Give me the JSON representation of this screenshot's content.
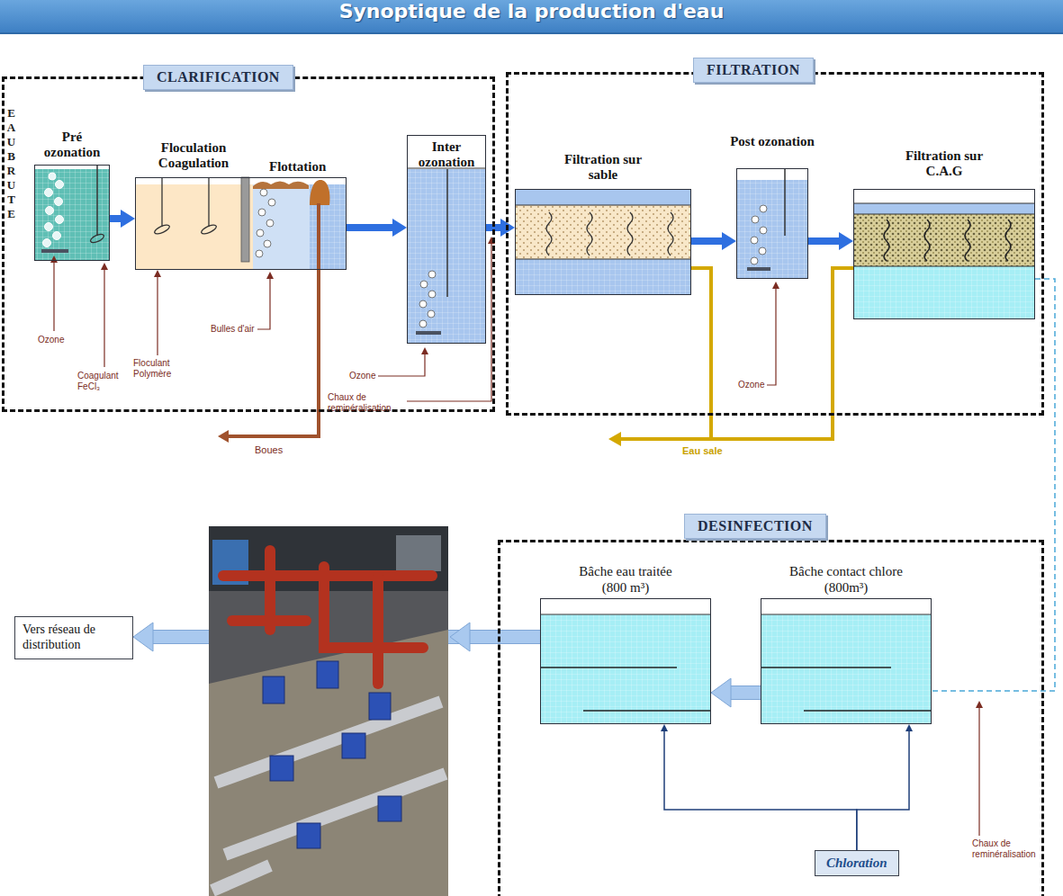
{
  "diagram": {
    "title": "Synoptique de la production d'eau",
    "nodes": [
      {
        "text": [
          "CLARIFICATION"
        ]
      },
      {
        "text": [
          "Pré ozonation"
        ],
        "in": 0
      },
      {
        "text": [
          "Floculation Coagulation",
          "Flottation"
        ],
        "in": 0
      },
      {
        "text": [
          "Inter ozonation"
        ],
        "in": 0
      },
      {
        "text": [
          "FILTRATION"
        ]
      },
      {
        "text": [
          "Filtration sur sable"
        ],
        "in": 4
      },
      {
        "text": [
          "Post ozonation"
        ],
        "in": 4
      },
      {
        "text": [
          "Filtration sur C.A.G"
        ],
        "in": 4
      },
      {
        "text": [
          "DESINFECTION"
        ]
      },
      {
        "text": [
          "Bâche eau traitée (800 m³)"
        ],
        "in": 8
      },
      {
        "text": [
          "Bâche contact chlore (800m³)"
        ],
        "in": 8
      },
      {
        "text": [
          "Chloration"
        ],
        "in": 8
      },
      {
        "text": [
          "Vers réseau de distribution"
        ]
      }
    ],
    "edges": [
      {
        "from": 1,
        "to": 2,
        "arrow": "to"
      },
      {
        "from": 2,
        "to": 3,
        "arrow": "to"
      },
      {
        "from": 3,
        "to": 5,
        "arrow": "to"
      },
      {
        "from": 5,
        "to": 6,
        "arrow": "to"
      },
      {
        "from": 6,
        "to": 7,
        "arrow": "to"
      },
      {
        "from": 7,
        "to": 10,
        "arrow": "none"
      },
      {
        "from": 10,
        "to": 9,
        "arrow": "to"
      },
      {
        "from": 11,
        "to": 10,
        "arrow": "to"
      },
      {
        "from": 11,
        "to": 9,
        "arrow": "to"
      },
      {
        "from": 9,
        "to": 12,
        "arrow": "to"
      }
    ],
    "labels": [
      "EAU BRUTE",
      "Ozone",
      "Coagulant FeCl₃",
      "Floculant Polymère",
      "Bulles d'air",
      "Ozone",
      "Chaux de reminéralisation",
      "Boues",
      "Eau sale",
      "Ozone",
      "Chaux de reminéralisation"
    ]
  }
}
